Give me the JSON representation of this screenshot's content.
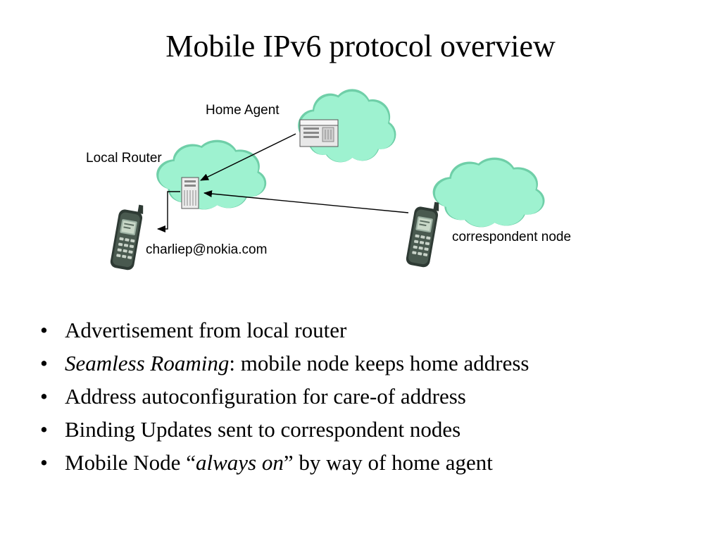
{
  "title": "Mobile IPv6 protocol overview",
  "diagram": {
    "home_agent_label": "Home Agent",
    "local_router_label": "Local Router",
    "mobile_node_label": "charliep@nokia.com",
    "correspondent_label": "correspondent node",
    "cloud_color": "#9ef2d0",
    "cloud_outline": "#6fcfa8"
  },
  "bullets": [
    {
      "text": "Advertisement from local router"
    },
    {
      "lead_italic": "Seamless Roaming",
      "rest": ": mobile node keeps home address"
    },
    {
      "text": "Address autoconfiguration for care-of address"
    },
    {
      "text": "Binding Updates sent to correspondent nodes"
    },
    {
      "pre": "Mobile Node “",
      "italic": "always on",
      "post": "” by way of home agent"
    }
  ]
}
